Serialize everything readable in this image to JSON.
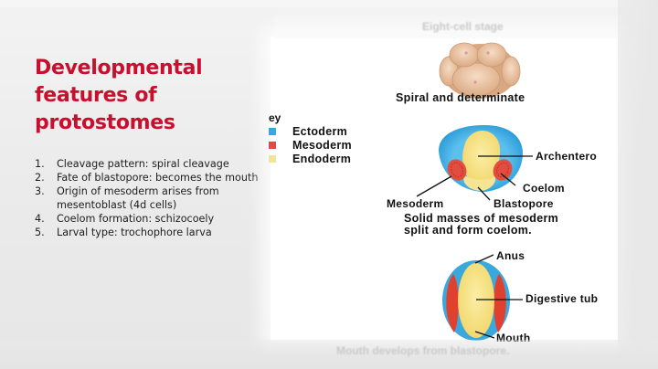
{
  "slide": {
    "title_lines": [
      "Developmental",
      "features of",
      "protostomes"
    ],
    "title_color": "#c8102e",
    "features": [
      {
        "num": "1.",
        "text": "Cleavage pattern: spiral cleavage"
      },
      {
        "num": "2.",
        "text": "Fate of blastopore: becomes the mouth"
      },
      {
        "num": "3.",
        "text": "Origin of mesoderm arises from mesentoblast (4d cells)"
      },
      {
        "num": "4.",
        "text": "Coelom formation: schizocoely"
      },
      {
        "num": "5.",
        "text": "Larval type: trochophore larva"
      }
    ]
  },
  "figure": {
    "faded_top_caption": "Eight-cell stage",
    "cleavage_caption": "Spiral and determinate",
    "key": {
      "title": "ey",
      "items": [
        {
          "label": "Ectoderm",
          "color": "#3aa8e0"
        },
        {
          "label": "Mesoderm",
          "color": "#e04a4a"
        },
        {
          "label": "Endoderm",
          "color": "#f2e49a"
        }
      ]
    },
    "gastrula_labels": {
      "archenteron": "Archentero",
      "coelom": "Coelom",
      "mesoderm": "Mesoderm",
      "blastopore": "Blastopore"
    },
    "gastrula_caption_line1": "Solid masses of mesoderm",
    "gastrula_caption_line2": "split and form coelom.",
    "larva_labels": {
      "anus": "Anus",
      "digestive_tube": "Digestive tub",
      "mouth": "Mouth"
    },
    "faded_bottom_caption": "Mouth develops from blastopore."
  }
}
